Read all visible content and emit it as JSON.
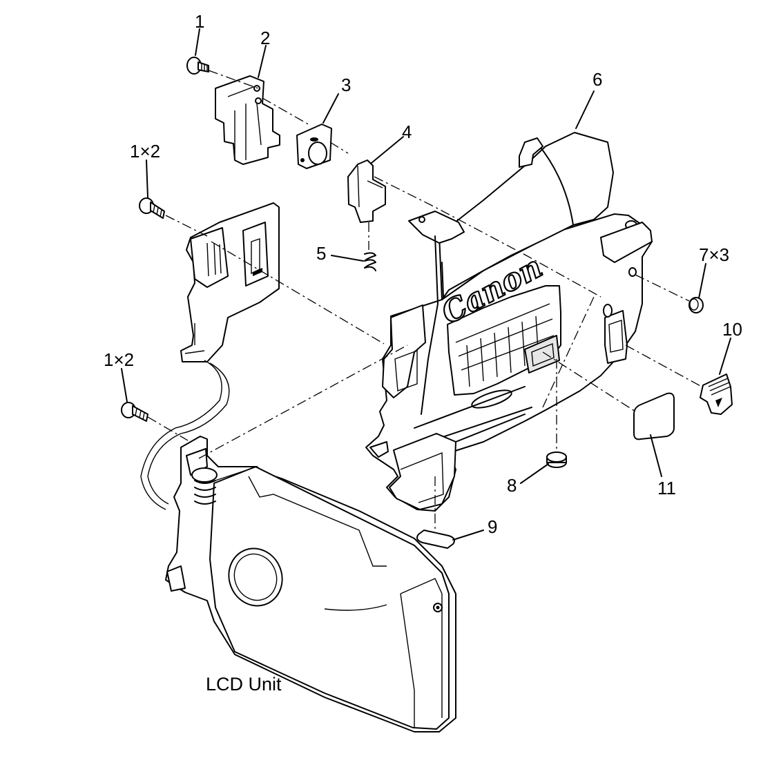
{
  "diagram": {
    "callouts": [
      {
        "id": "1",
        "text": "1"
      },
      {
        "id": "2",
        "text": "2"
      },
      {
        "id": "3",
        "text": "3"
      },
      {
        "id": "4",
        "text": "4"
      },
      {
        "id": "5",
        "text": "5"
      },
      {
        "id": "6",
        "text": "6"
      },
      {
        "id": "7",
        "text": "7×3"
      },
      {
        "id": "8",
        "text": "8"
      },
      {
        "id": "9",
        "text": "9"
      },
      {
        "id": "10",
        "text": "10"
      },
      {
        "id": "11",
        "text": "11"
      },
      {
        "id": "1a",
        "text": "1×2"
      },
      {
        "id": "1b",
        "text": "1×2"
      }
    ],
    "lcd_label": "LCD Unit",
    "brand_mark": "Canon"
  }
}
